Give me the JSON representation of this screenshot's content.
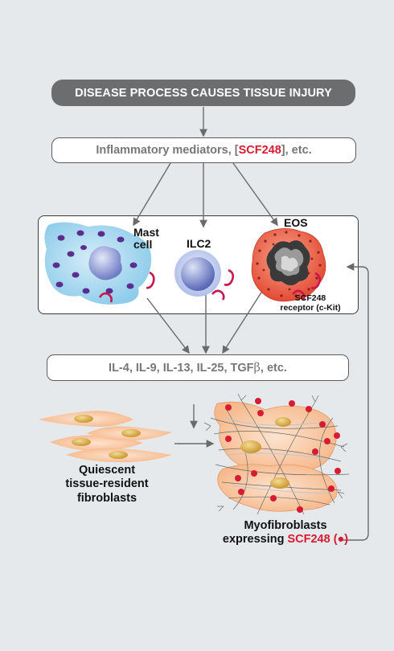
{
  "banner": {
    "text": "DISEASE PROCESS CAUSES TISSUE INJURY"
  },
  "mediators": {
    "prefix": "Inflammatory mediators, [",
    "highlight": "SCF248",
    "suffix": "], etc."
  },
  "cells": {
    "mast_line1": "Mast",
    "mast_line2": "cell",
    "ilc2": "ILC2",
    "eos": "EOS",
    "receptor_line1": "SCF248",
    "receptor_line2": "receptor (c-Kit)"
  },
  "cytokines": {
    "prefix": "IL-4, IL-9, IL-13, IL-25, TGF",
    "beta": "β",
    "suffix": ", etc."
  },
  "fibroblasts": {
    "line1": "Quiescent",
    "line2": "tissue-resident",
    "line3": "fibroblasts"
  },
  "myofibroblasts": {
    "line1": "Myofibroblasts",
    "line2_prefix": "expressing ",
    "line2_highlight": "SCF248 (●)"
  },
  "colors": {
    "background": "#e6e9ec",
    "banner": "#6b6d6f",
    "highlight_red": "#d61b32",
    "receptor_magenta": "#c8174e",
    "arrow_gray": "#6a6a6a",
    "fibroblast_orange": "#f6b98c",
    "nucleus_gold": "#d4a13a",
    "eos_red": "#e8503a",
    "mast_blue": "#a8d6ee",
    "granule_purple": "#5a2d8f",
    "ilc2_blue": "#a9b9e8"
  }
}
